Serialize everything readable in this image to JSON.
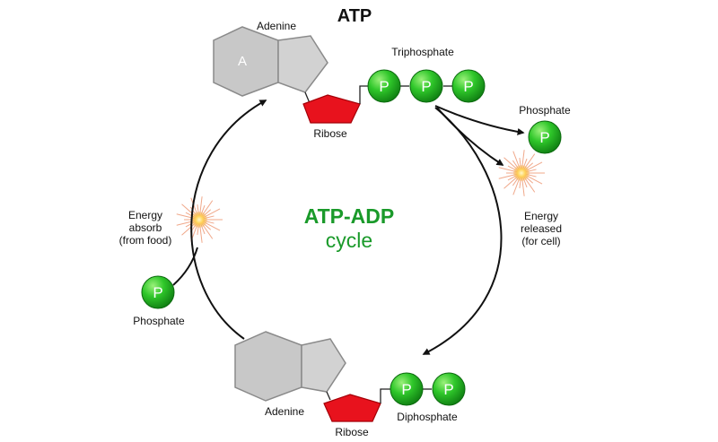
{
  "title": "ATP",
  "cycle_title": {
    "line1": "ATP-ADP",
    "line2": "cycle"
  },
  "top_molecule": {
    "adenine_label": "Adenine",
    "adenine_letter": "A",
    "ribose_label": "Ribose",
    "triphosphate_label": "Triphosphate",
    "phosphate_letters": [
      "P",
      "P",
      "P"
    ]
  },
  "bottom_molecule": {
    "adenine_label": "Adenine",
    "ribose_label": "Ribose",
    "diphosphate_label": "Diphosphate",
    "phosphate_letters": [
      "P",
      "P"
    ]
  },
  "released": {
    "phosphate_label": "Phosphate",
    "phosphate_letter": "P",
    "energy_lines": [
      "Energy",
      "released",
      "(for cell)"
    ]
  },
  "absorbed": {
    "phosphate_label": "Phosphate",
    "phosphate_letter": "P",
    "energy_lines": [
      "Energy",
      "absorb",
      "(from food)"
    ]
  },
  "colors": {
    "phosphate_green": "#1db51d",
    "ribose_red": "#e8121d",
    "cycle_text_green": "#1a9a2a",
    "spark_orange": "#f5a623"
  }
}
